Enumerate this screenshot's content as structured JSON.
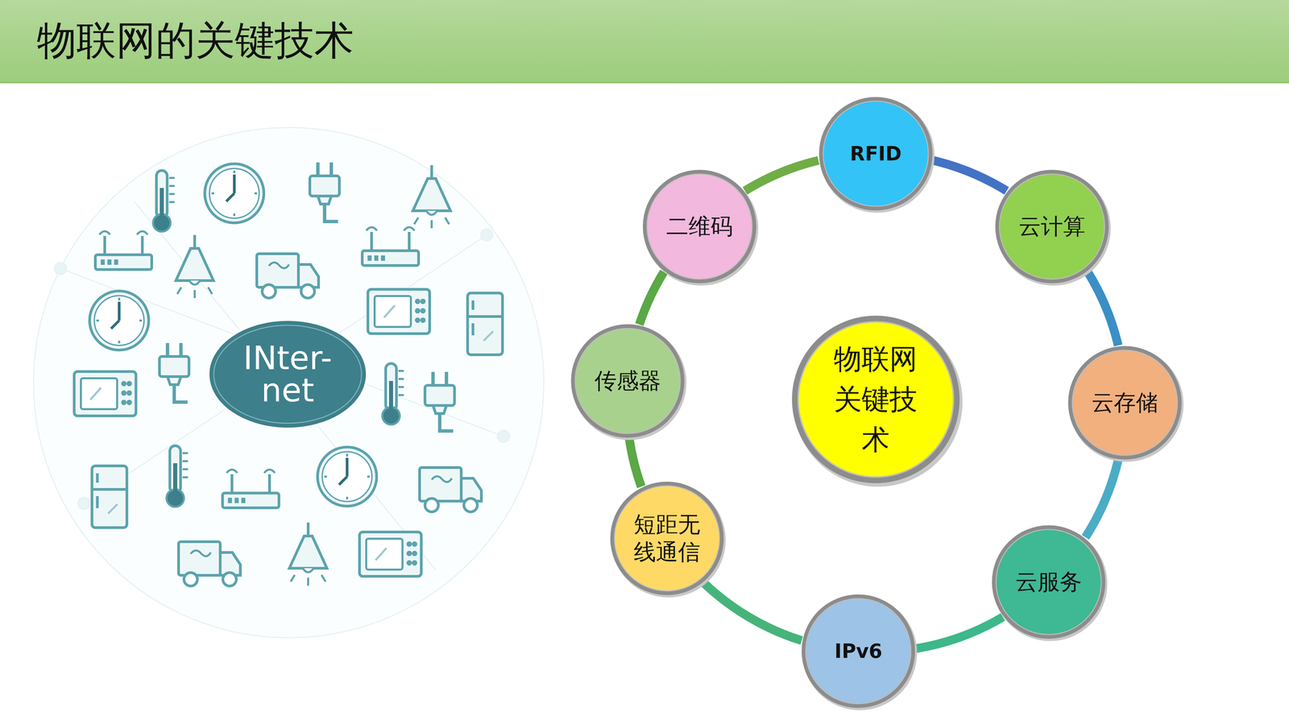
{
  "diagram": {
    "title": "物联网的关键技术",
    "nodes": [
      {
        "text": [
          "RFID"
        ]
      },
      {
        "text": [
          "云计算"
        ]
      },
      {
        "text": [
          "云存储"
        ]
      },
      {
        "text": [
          "云服务"
        ]
      },
      {
        "text": [
          "IPv6"
        ]
      },
      {
        "text": [
          "短距无 线通信"
        ]
      },
      {
        "text": [
          "传感器"
        ]
      },
      {
        "text": [
          "二维码"
        ]
      },
      {
        "text": [
          "物联网 关键技 术"
        ]
      }
    ],
    "edges": [
      {
        "from": 0,
        "to": 1,
        "arrow": "none"
      },
      {
        "from": 1,
        "to": 2,
        "arrow": "none"
      },
      {
        "from": 2,
        "to": 3,
        "arrow": "none"
      },
      {
        "from": 3,
        "to": 4,
        "arrow": "none"
      },
      {
        "from": 4,
        "to": 5,
        "arrow": "none"
      },
      {
        "from": 5,
        "to": 6,
        "arrow": "none"
      },
      {
        "from": 6,
        "to": 7,
        "arrow": "none"
      },
      {
        "from": 7,
        "to": 0,
        "arrow": "none"
      }
    ],
    "labels": [
      "INter- net"
    ]
  }
}
